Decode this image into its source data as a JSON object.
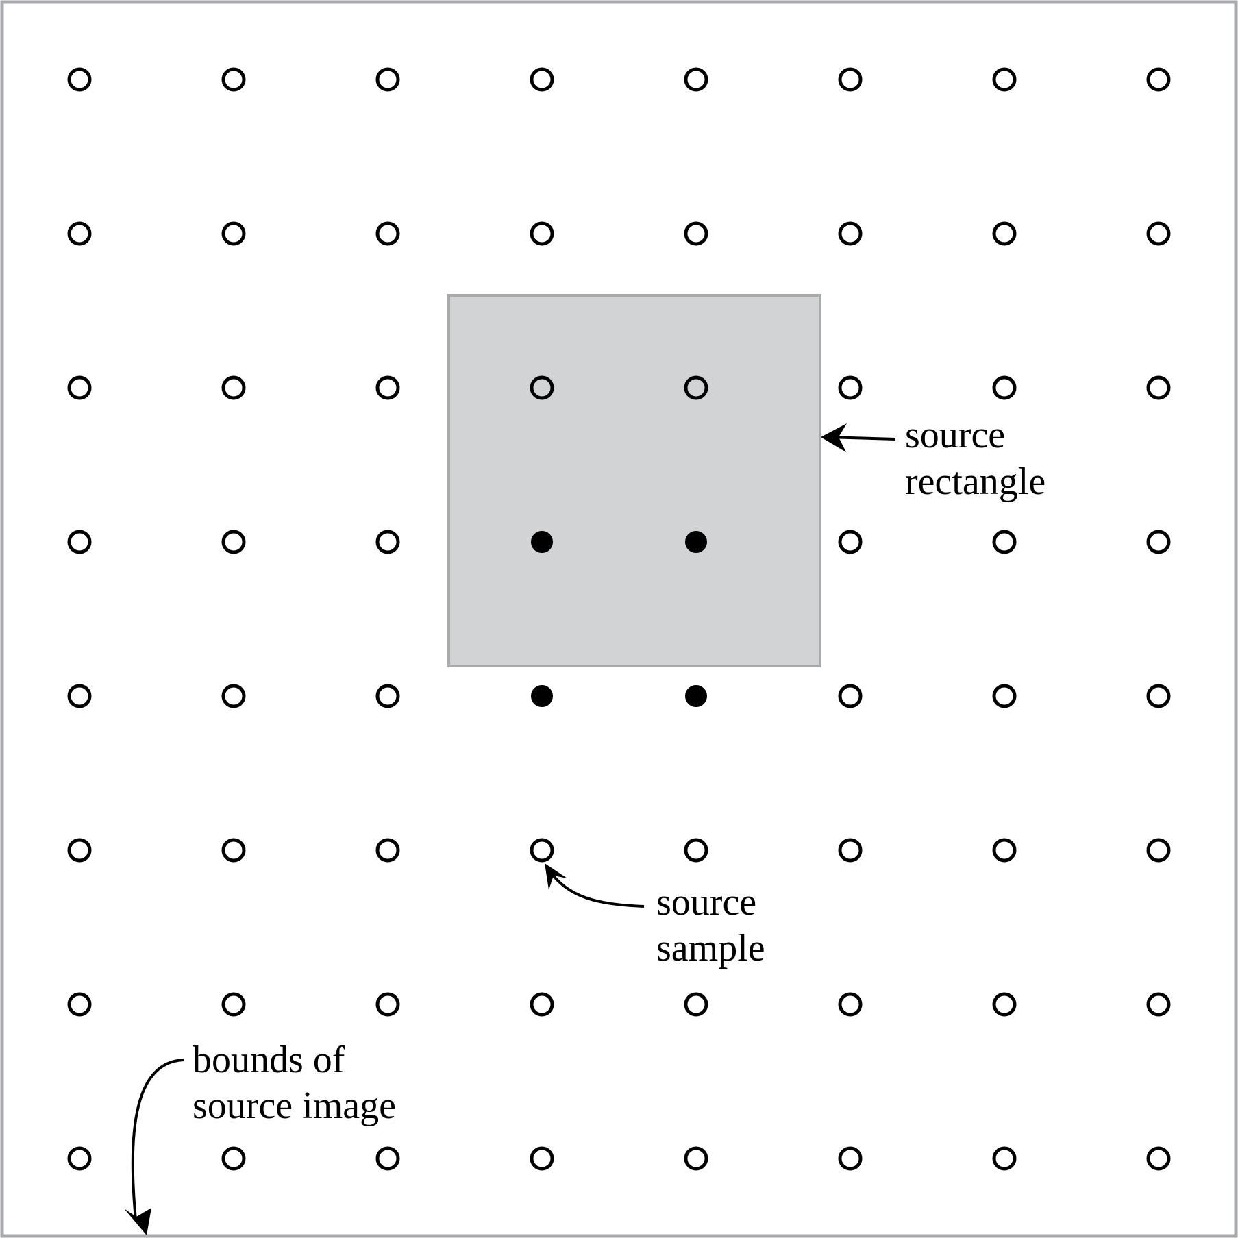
{
  "grid": {
    "columns": 8,
    "rows": 8,
    "filled_samples": [
      {
        "col": 3,
        "row": 3
      },
      {
        "col": 4,
        "row": 3
      },
      {
        "col": 3,
        "row": 4
      },
      {
        "col": 4,
        "row": 4
      }
    ]
  },
  "labels": {
    "source_rectangle": [
      "source",
      "rectangle"
    ],
    "source_sample": [
      "source",
      "sample"
    ],
    "bounds": [
      "bounds of",
      "source image"
    ]
  },
  "colors": {
    "border": "#A7A9AC",
    "rect_fill": "#D1D3D4",
    "rect_stroke": "#A7A9AC",
    "sample": "#000000",
    "background": "#FFFFFF"
  }
}
